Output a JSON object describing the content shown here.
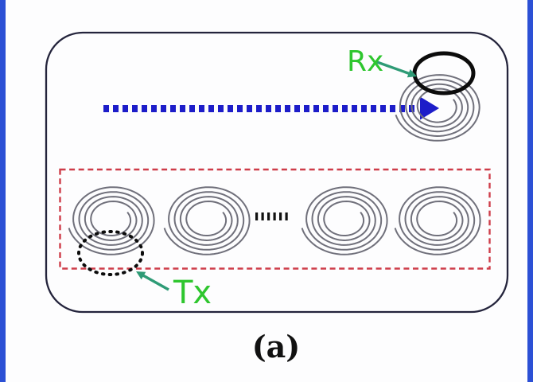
{
  "figure": {
    "caption": "(a)",
    "rx_label": "Rx",
    "tx_label": "Tx",
    "tx_coil_count": 4,
    "colors": {
      "edge_bar": "#2c50d5",
      "arrow_blue": "#1d1dc9",
      "label_green": "#2ec62e",
      "pointer_teal": "#2e9b76",
      "dashed_red": "#ce3c49",
      "coil_gray": "#70707b",
      "outline_dark": "#24243c",
      "marker_black": "#0c0c0c",
      "background": "#fdfdfe"
    }
  }
}
